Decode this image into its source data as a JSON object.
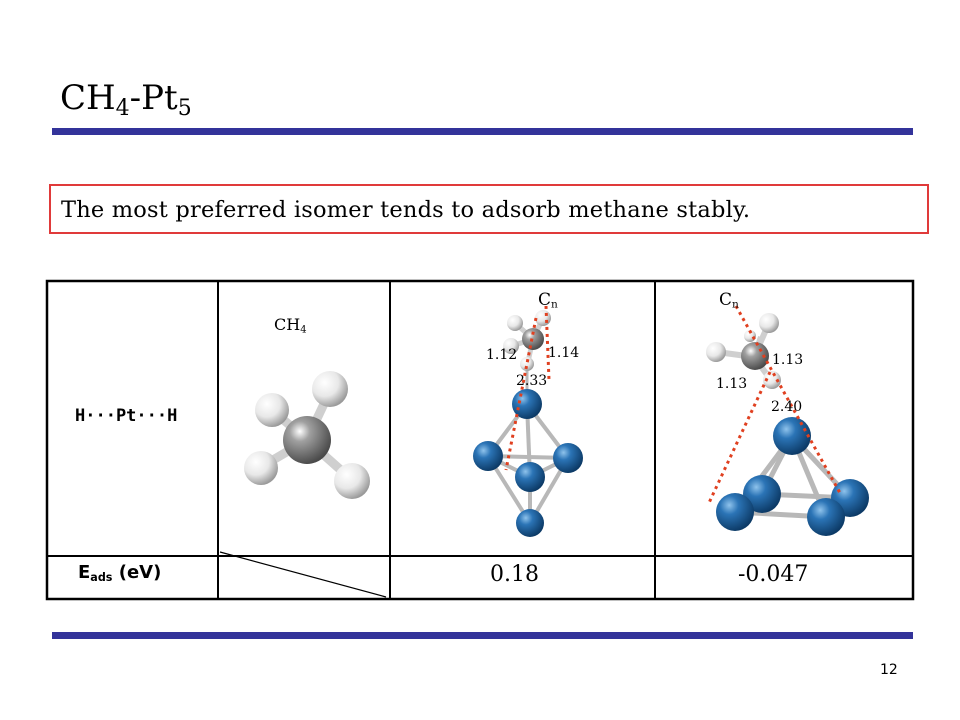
{
  "slide": {
    "title_main": "CH",
    "title_sub1": "4",
    "title_mid": "-Pt",
    "title_sub2": "5",
    "callout": "The most preferred isomer tends to adsorb methane stably.",
    "page_number": "12",
    "rule_color": "#33339a",
    "callout_border_color": "#e03a3a"
  },
  "table": {
    "row1_label": "H···Pt···H",
    "row2_label_main": "E",
    "row2_label_sub": "ads",
    "row2_label_unit": "(eV)",
    "ch4_main": "CH",
    "ch4_sub": "4",
    "col2": {
      "cn_main": "C",
      "cn_sub": "n",
      "d1": "1.12",
      "d2": "1.14",
      "d3": "2.33",
      "eads": "0.18"
    },
    "col3": {
      "cn_main": "C",
      "cn_sub": "n",
      "d1": "1.13",
      "d2": "1.13",
      "d3": "2.40",
      "eads": "-0.047"
    }
  },
  "colors": {
    "pt_atom": "#1e5f9c",
    "c_atom": "#7a7a7a",
    "h_atom": "#e8e8e8",
    "dotted_line": "#e04020"
  }
}
